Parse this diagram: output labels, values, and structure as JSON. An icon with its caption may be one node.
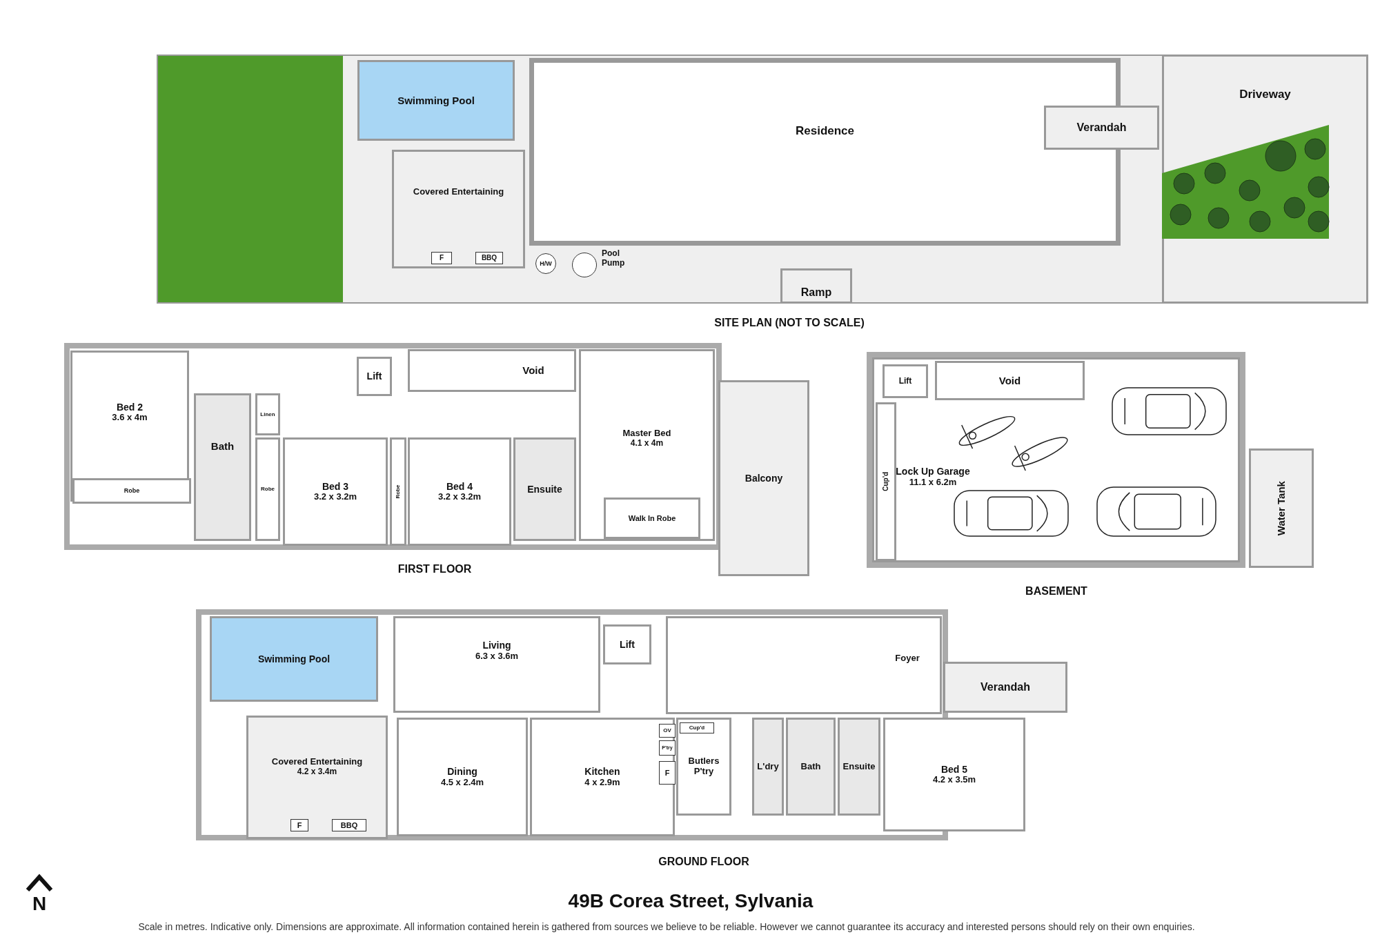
{
  "diagram": {
    "title": "49B Corea Street, Sylvania",
    "caption": "Scale in metres. Indicative only. Dimensions are approximate. All information contained herein is gathered from sources we believe to be reliable. However we cannot guarantee its accuracy and interested persons should rely on their own enquiries.",
    "nodes": [
      {
        "text": [
          "Swimming Pool"
        ]
      },
      {
        "text": [
          "Covered Entertaining"
        ]
      },
      {
        "text": [
          "F"
        ],
        "in": 1
      },
      {
        "text": [
          "BBQ"
        ],
        "in": 1
      },
      {
        "text": [
          "Residence"
        ]
      },
      {
        "text": [
          "Verandah"
        ]
      },
      {
        "text": [
          "Driveway"
        ]
      },
      {
        "text": [
          "H/W"
        ]
      },
      {
        "text": [],
        "shape": "circle",
        "beside": [
          "Pool Pump"
        ]
      },
      {
        "text": [
          "Ramp"
        ]
      },
      {
        "text": [
          "Bed 2",
          "3.6 x 4m"
        ]
      },
      {
        "text": [
          "Robe"
        ],
        "in": 10
      },
      {
        "text": [
          "Lift"
        ]
      },
      {
        "text": [
          "Void"
        ]
      },
      {
        "text": [
          "Bath"
        ]
      },
      {
        "text": [
          "Linen"
        ]
      },
      {
        "text": [
          "Robe"
        ]
      },
      {
        "text": [
          "Bed 3",
          "3.2 x 3.2m"
        ]
      },
      {
        "text": [
          "Robe"
        ]
      },
      {
        "text": [
          "Bed 4",
          "3.2 x 3.2m"
        ]
      },
      {
        "text": [
          "Ensuite"
        ]
      },
      {
        "text": [
          "Master Bed",
          "4.1 x 4m"
        ]
      },
      {
        "text": [
          "Walk In Robe"
        ],
        "in": 21
      },
      {
        "text": [
          "Balcony"
        ]
      },
      {
        "text": [
          "Lock Up Garage",
          "11.1 x 6.2m"
        ]
      },
      {
        "text": [
          "Lift"
        ],
        "in": 24
      },
      {
        "text": [
          "Void"
        ],
        "in": 24
      },
      {
        "text": [
          "Cup'd"
        ],
        "in": 24
      },
      {
        "text": [
          "Water Tank"
        ]
      },
      {
        "text": [
          "Swimming Pool"
        ]
      },
      {
        "text": [
          "Covered Entertaining",
          "4.2 x 3.4m"
        ]
      },
      {
        "text": [
          "F"
        ],
        "in": 30
      },
      {
        "text": [
          "BBQ"
        ],
        "in": 30
      },
      {
        "text": [
          "Living",
          "6.3 x 3.6m"
        ]
      },
      {
        "text": [
          "Lift"
        ]
      },
      {
        "text": [
          "Dining",
          "4.5 x 2.4m"
        ]
      },
      {
        "text": [
          "Kitchen",
          "4 x 2.9m"
        ]
      },
      {
        "text": [
          "OV"
        ],
        "in": 36
      },
      {
        "text": [
          "P'try"
        ],
        "in": 36
      },
      {
        "text": [
          "F"
        ],
        "in": 36
      },
      {
        "text": [
          "Butlers P'try"
        ]
      },
      {
        "text": [
          "Cup'd"
        ],
        "in": 40
      },
      {
        "text": [
          "L'dry"
        ]
      },
      {
        "text": [
          "Bath"
        ]
      },
      {
        "text": [
          "Ensuite"
        ]
      },
      {
        "text": [
          "Foyer"
        ]
      },
      {
        "text": [
          "Verandah"
        ]
      },
      {
        "text": [
          "Bed 5",
          "4.2 x 3.5m"
        ]
      }
    ],
    "labels": [
      "SITE PLAN (NOT TO SCALE)",
      "FIRST FLOOR",
      "BASEMENT",
      "GROUND FLOOR",
      "N"
    ]
  }
}
